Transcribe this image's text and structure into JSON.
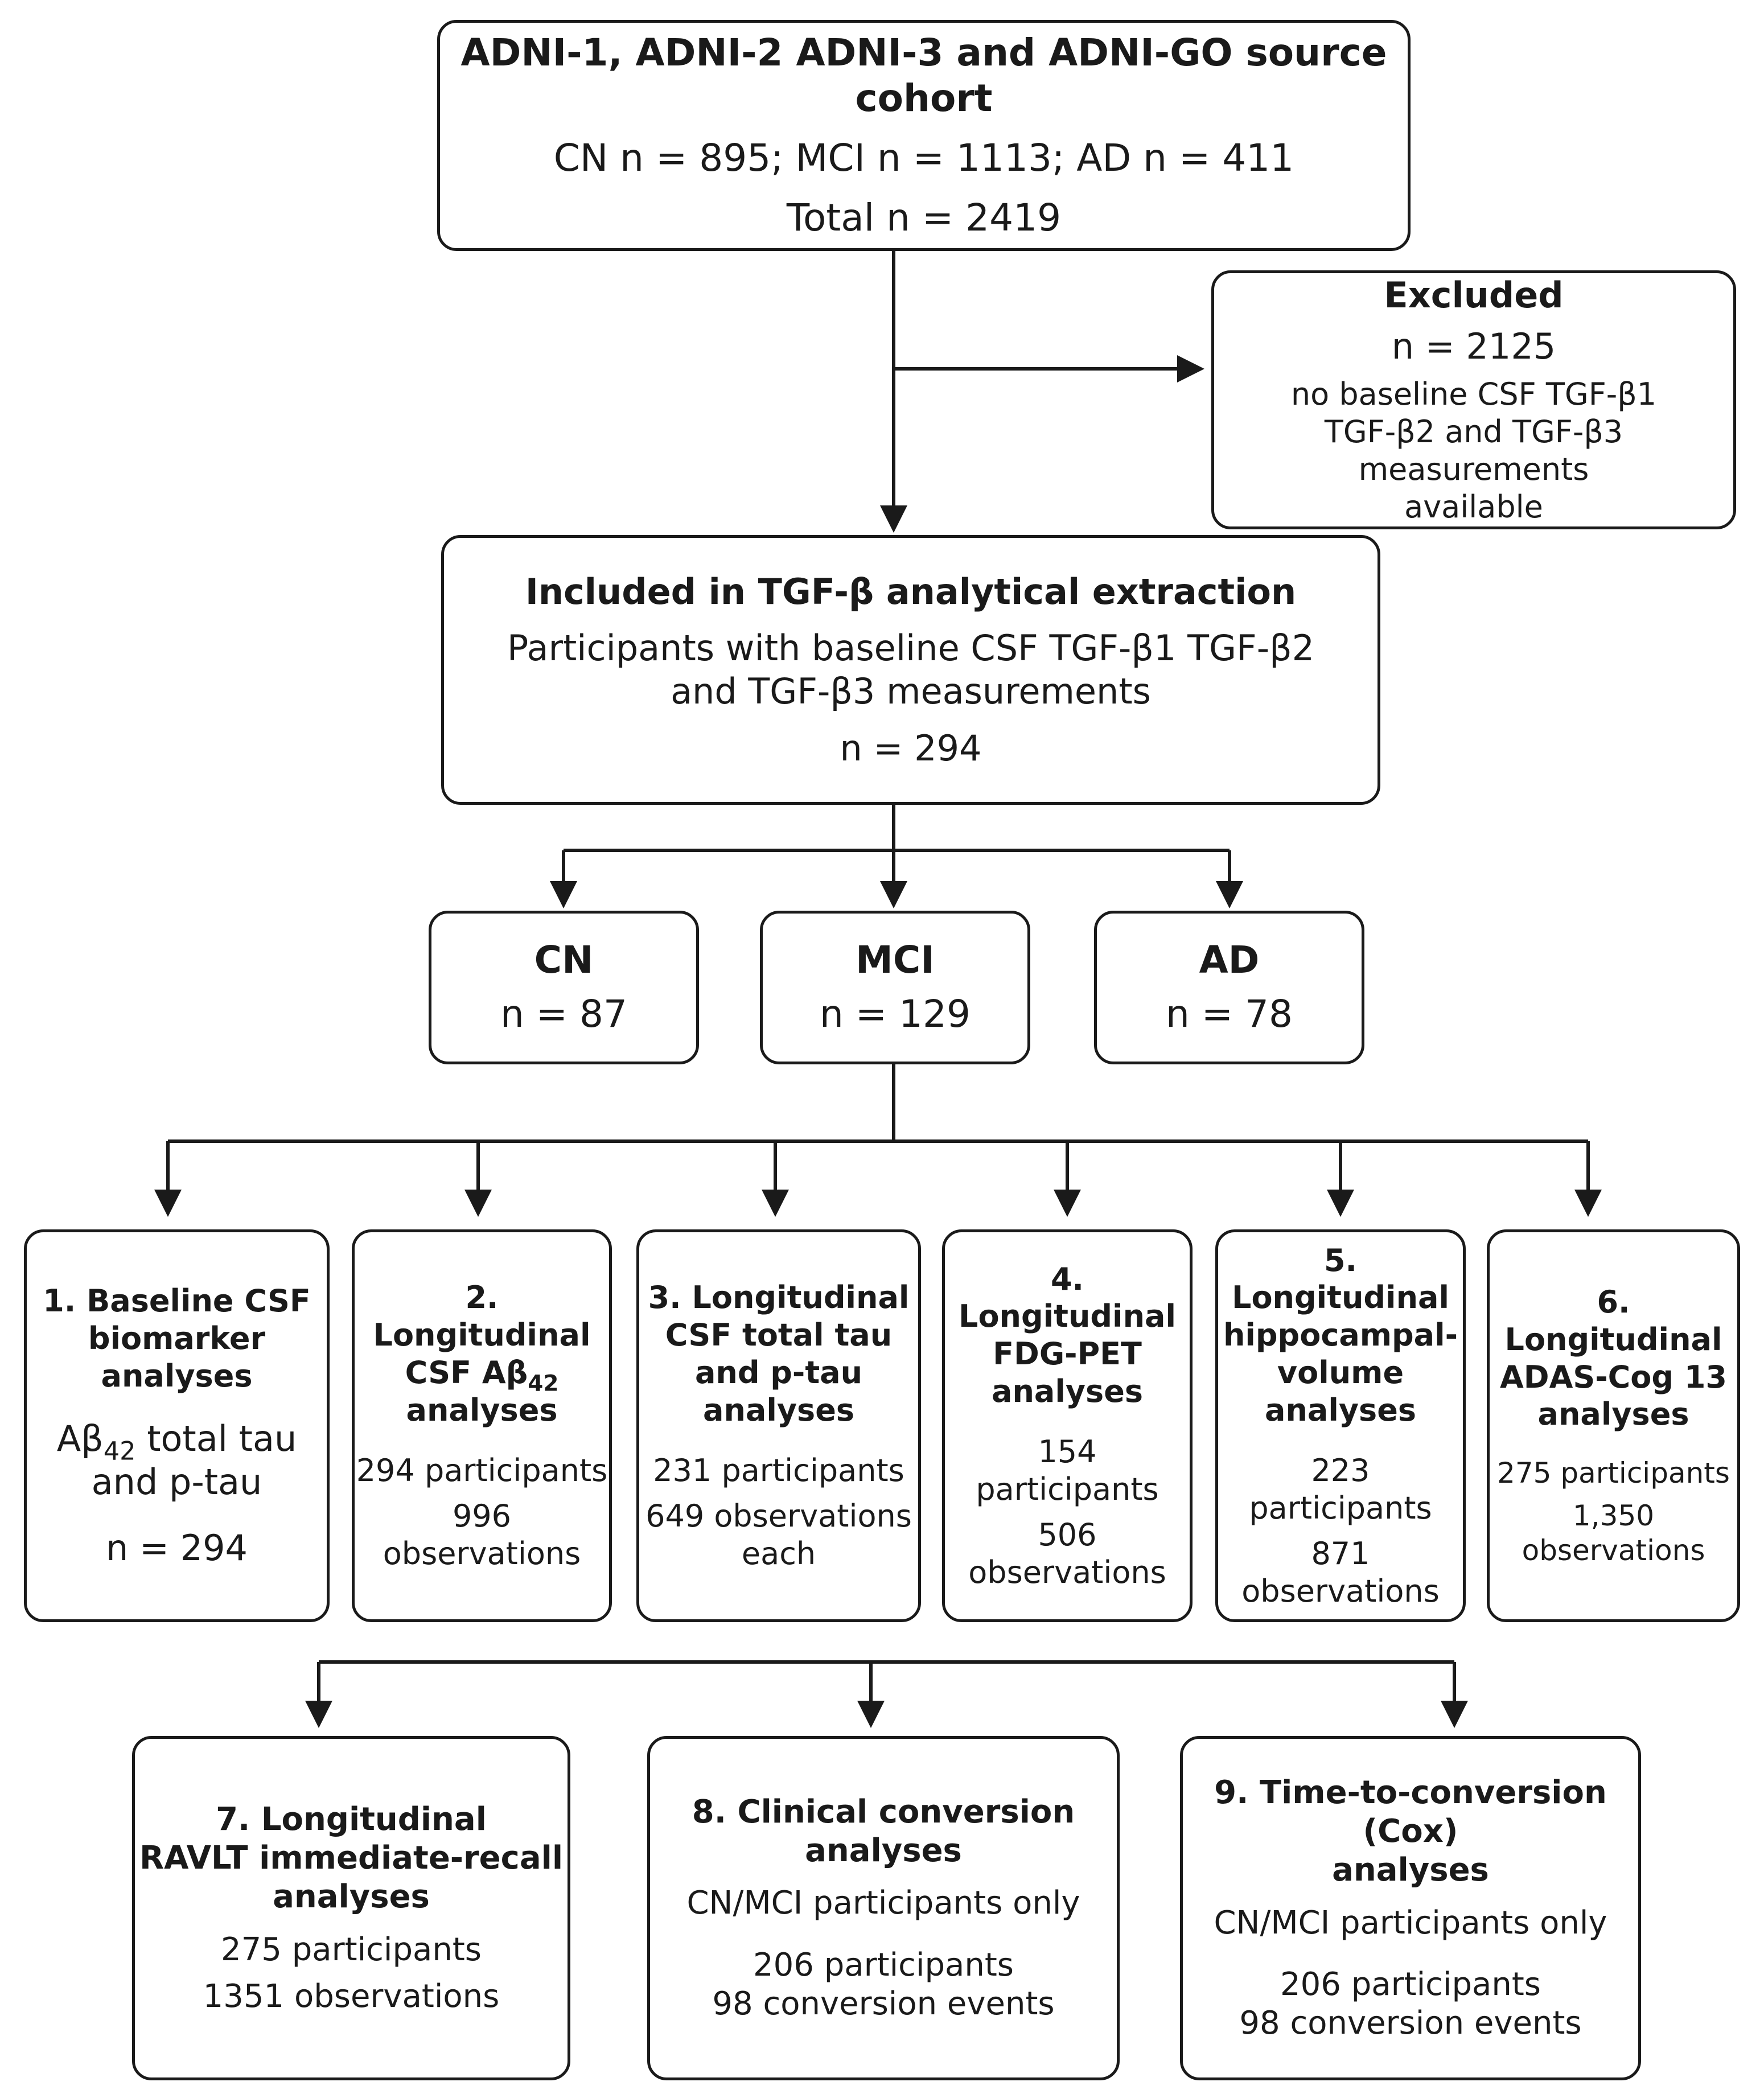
{
  "source": {
    "title": "ADNI-1, ADNI-2 ADNI-3 and ADNI-GO source cohort",
    "groups": "CN n = 895; MCI n = 1113; AD n = 411",
    "total": "Total n = 2419"
  },
  "excluded": {
    "title": "Excluded",
    "n": "n = 2125",
    "reason_1": "no baseline CSF TGF-β1",
    "reason_2": "TGF-β2 and TGF-β3 measurements",
    "reason_3": "available"
  },
  "included": {
    "title": "Included in TGF-β analytical extraction",
    "desc_1": "Participants with baseline CSF TGF-β1  TGF-β2",
    "desc_2": "and TGF-β3 measurements",
    "n": "n = 294"
  },
  "groups": [
    {
      "label": "CN",
      "n": "n = 87"
    },
    {
      "label": "MCI",
      "n": "n = 129"
    },
    {
      "label": "AD",
      "n": "n = 78"
    }
  ],
  "analyses_row1": [
    {
      "title_1": "1. Baseline CSF",
      "title_2": "biomarker analyses",
      "line_1_pre": "Aβ",
      "line_1_sub": "42",
      "line_1_post": " total tau",
      "line_2": "and p-tau",
      "n": "n = 294"
    },
    {
      "title_1": "2. Longitudinal",
      "title_2_pre": "CSF Aβ",
      "title_2_sub": "42",
      "title_3": "analyses",
      "participants": "294 participants",
      "observations": "996 observations"
    },
    {
      "title_1": "3. Longitudinal",
      "title_2": "CSF total tau",
      "title_3": "and p-tau analyses",
      "participants": "231 participants",
      "observations": "649 observations",
      "observations_2": "each"
    },
    {
      "title_1": "4. Longitudinal",
      "title_2": "FDG-PET",
      "title_3": "analyses",
      "participants": "154 participants",
      "observations": "506 observations"
    },
    {
      "title_1": "5. Longitudinal",
      "title_2": "hippocampal-",
      "title_3": "volume analyses",
      "participants": "223 participants",
      "observations": "871 observations"
    },
    {
      "title_1": "6. Longitudinal",
      "title_2": "ADAS-Cog 13",
      "title_3": "analyses",
      "participants": "275 participants",
      "observations": "1,350 observations"
    }
  ],
  "analyses_row2": [
    {
      "title_1": "7. Longitudinal",
      "title_2": "RAVLT immediate-recall",
      "title_3": "analyses",
      "participants": "275 participants",
      "observations": "1351 observations"
    },
    {
      "title_1": "8. Clinical conversion",
      "title_2": "analyses",
      "subset": "CN/MCI participants only",
      "participants": "206 participants",
      "events": "98 conversion events"
    },
    {
      "title_1": "9. Time-to-conversion (Cox)",
      "title_2": "analyses",
      "subset": "CN/MCI participants only",
      "participants": "206 participants",
      "events": "98 conversion events"
    }
  ]
}
